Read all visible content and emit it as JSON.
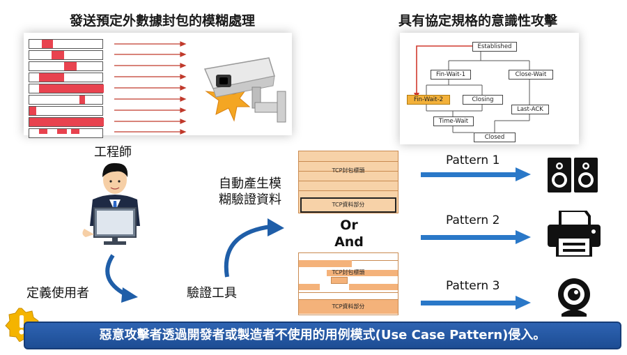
{
  "titles": {
    "left": "發送預定外數據封包的模糊處理",
    "right": "具有協定規格的意識性攻擊"
  },
  "actors": {
    "engineer": "工程師",
    "define_user": "定義使用者",
    "verify_tool": "驗證工具",
    "auto_generate": [
      "自動產生模",
      "糊驗證資料"
    ]
  },
  "state_machine": {
    "states": [
      "Established",
      "Fin-Wait-1",
      "Close-Wait",
      "Fin-Wait-2",
      "Closing",
      "Last-ACK",
      "Time-Wait",
      "Closed"
    ],
    "highlighted": "Fin-Wait-2"
  },
  "packets": {
    "header_label": "TCP封包標頭",
    "data_label": "TCP資料部分"
  },
  "connector": [
    "Or",
    "And"
  ],
  "patterns": [
    "Pattern 1",
    "Pattern 2",
    "Pattern 3"
  ],
  "pattern_icons": [
    "speaker-icon",
    "printer-icon",
    "webcam-icon"
  ],
  "banner": "惡意攻擊者透過開發者或製造者不使用的用例模式(Use Case Pattern)侵入。",
  "colors": {
    "accent_orange": "#f3b13a",
    "arrow_blue": "#2a78c8",
    "banner_blue": "#1d4d94",
    "fuzz_red": "#e8434f"
  }
}
